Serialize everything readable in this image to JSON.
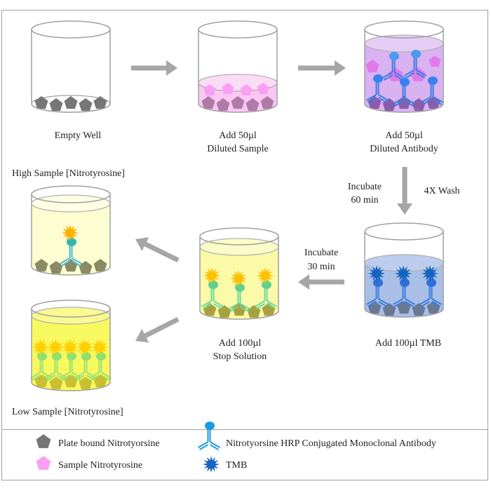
{
  "steps": {
    "empty_well": "Empty Well",
    "add_sample_1": "Add 50µl",
    "add_sample_2": "Diluted Sample",
    "add_antibody_1": "Add 50µl",
    "add_antibody_2": "Diluted Antibody",
    "incubate_60_1": "Incubate",
    "incubate_60_2": "60 min",
    "wash": "4X Wash",
    "add_tmb": "Add 100µl  TMB",
    "incubate_30_1": "Incubate",
    "incubate_30_2": "30 min",
    "add_stop_1": "Add 100µl",
    "add_stop_2": "Stop Solution",
    "high_sample": "High Sample [Nitrotyrosine]",
    "low_sample": "Low Sample [Nitrotyrosine]"
  },
  "legend": [
    {
      "icon": "pentagon-gray",
      "label": "Plate bound Nitrotyorsine"
    },
    {
      "icon": "pentagon-pink",
      "label": "Sample Nitrotyrosine"
    },
    {
      "icon": "antibody-blue",
      "label": "Nitrotyorsine HRP Conjugated  Monoclonal Antibody"
    },
    {
      "icon": "star-blue",
      "label": "TMB"
    }
  ],
  "colors": {
    "arrow": "#a6a6a6",
    "plate_antigen": "#767676",
    "sample_antigen": "#f9a0f3",
    "antibody": "#1a9be0",
    "tmb": "#1565c0",
    "sample_liquid": "#f8c8f2",
    "antibody_liquid": "#d9b2f2",
    "tmb_liquid": "#a9bfe6",
    "stop_liquid": "#fafaa8",
    "high_liquid": "#fdfdd2",
    "low_liquid": "#f8f860"
  }
}
